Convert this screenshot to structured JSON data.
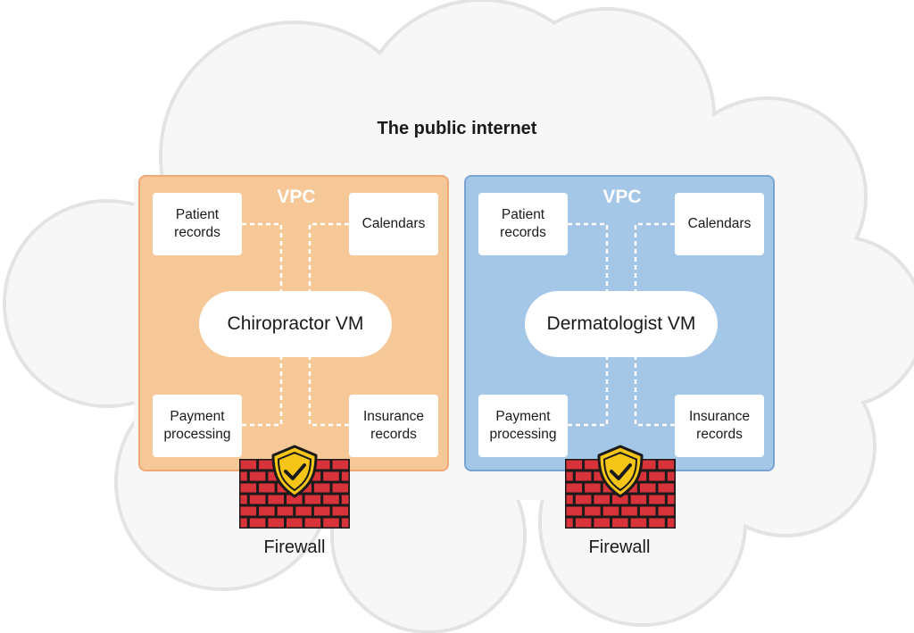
{
  "title": "The public internet",
  "vpcs": [
    {
      "label": "VPC",
      "vm": "Chiropractor VM",
      "services": {
        "top_left": "Patient records",
        "top_right": "Calendars",
        "bottom_left": "Payment processing",
        "bottom_right": "Insurance records"
      },
      "fill_color": "#f6c898",
      "border_color": "#f0a877",
      "firewall_label": "Firewall"
    },
    {
      "label": "VPC",
      "vm": "Dermatologist VM",
      "services": {
        "top_left": "Patient records",
        "top_right": "Calendars",
        "bottom_left": "Payment processing",
        "bottom_right": "Insurance records"
      },
      "fill_color": "#a4c6e7",
      "border_color": "#7aa5d3",
      "firewall_label": "Firewall"
    }
  ],
  "colors": {
    "cloud_fill": "#f7f7f7",
    "cloud_stroke": "#e3e3e3",
    "brick": "#d8323b",
    "shield": "#f5c518"
  },
  "icons": [
    "firewall-icon",
    "shield-check-icon"
  ]
}
